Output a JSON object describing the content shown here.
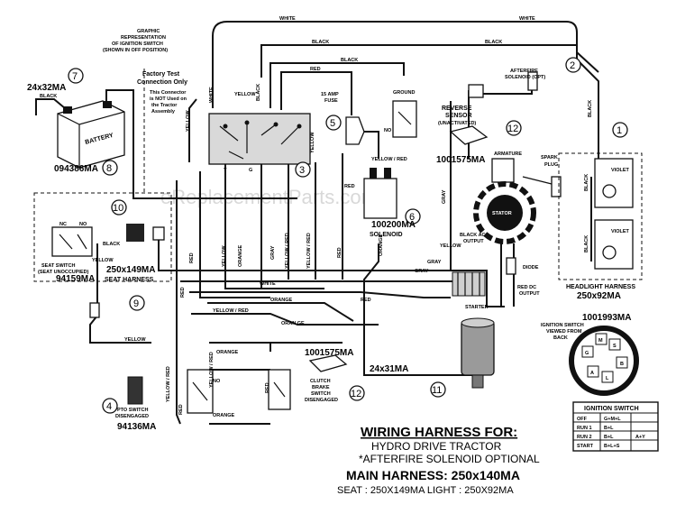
{
  "watermark": "eReplacementParts.com",
  "title": {
    "line1": "WIRING HARNESS FOR:",
    "line2": "HYDRO DRIVE TRACTOR",
    "line3": "*AFTERFIRE SOLENOID OPTIONAL",
    "line4": "MAIN HARNESS: 250x140MA",
    "line5": "SEAT : 250X149MA    LIGHT : 250X92MA"
  },
  "callouts": [
    "1",
    "2",
    "3",
    "4",
    "5",
    "6",
    "7",
    "8",
    "9",
    "10",
    "11",
    "12",
    "12"
  ],
  "parts": {
    "battery_cable": "24x32MA",
    "battery_part": "094386MA",
    "battery_label": "BATTERY",
    "solenoid_part": "100200MA",
    "solenoid_label": "SOLENOID",
    "reverse_part": "1001575MA",
    "clutch_part": "1001575MA",
    "starter_cable": "24x31MA",
    "seat_switch_part": "94159MA",
    "seat_harness_part": "250x149MA",
    "seat_harness_label": "SEAT HARNESS",
    "pto_part": "94136MA",
    "headlight_harness_label": "HEADLIGHT HARNESS",
    "headlight_harness_part": "250x92MA",
    "ignition_part": "1001993MA"
  },
  "labels": {
    "graphic_rep": [
      "GRAPHIC",
      "REPRESENTATION",
      "OF IGNITION SWITCH",
      "(SHOWN IN OFF POSITION)"
    ],
    "factory_test": [
      "Factory Test",
      "Connection Only"
    ],
    "factory_note": [
      "This Connector",
      "is NOT Used on",
      "the Tractor",
      "Assembly"
    ],
    "fuse": [
      "15 AMP",
      "FUSE"
    ],
    "ground": "GROUND",
    "afterfire": [
      "AFTERFIRE",
      "SOLENOID (OPT)"
    ],
    "reverse_sensor": [
      "REVERSE",
      "SENSOR",
      "(UNACTIVATED)"
    ],
    "armature": "ARMATURE",
    "spark_plug": [
      "SPARK",
      "PLUG"
    ],
    "stator": "STATOR",
    "black_ac": [
      "BLACK AC",
      "OUTPUT"
    ],
    "diode": "DIODE",
    "red_dc": [
      "RED DC",
      "OUTPUT"
    ],
    "starter": "STARTER",
    "seat_switch": [
      "SEAT SWITCH",
      "(SEAT UNOCCUPIED)"
    ],
    "pto_switch": [
      "PTO SWITCH",
      "DISENGAGED"
    ],
    "clutch_brake": [
      "CLUTCH",
      "BRAKE",
      "SWITCH",
      "DISENGAGED"
    ],
    "ignition_view": [
      "IGNITION SWITCH",
      "VIEWED FROM",
      "BACK"
    ],
    "violet": "VIOLET",
    "black": "BLACK",
    "nc": "NC",
    "no": "NO",
    "y": "Y",
    "g": "G"
  },
  "wires": {
    "white": "WHITE",
    "black": "BLACK",
    "red": "RED",
    "yellow": "YELLOW",
    "orange": "ORANGE",
    "gray": "GRAY",
    "yellow_red": "YELLOW / RED",
    "orange_sp": "ORAN GE"
  },
  "ignition_terminals": [
    "M",
    "S",
    "G",
    "B",
    "A",
    "L"
  ],
  "ignition_table": {
    "title": "IGNITION SWITCH",
    "rows": [
      [
        "OFF",
        "G+M+L",
        ""
      ],
      [
        "RUN 1",
        "B+L",
        ""
      ],
      [
        "RUN 2",
        "B+L",
        "A+Y"
      ],
      [
        "START",
        "B+L+S",
        ""
      ]
    ]
  }
}
